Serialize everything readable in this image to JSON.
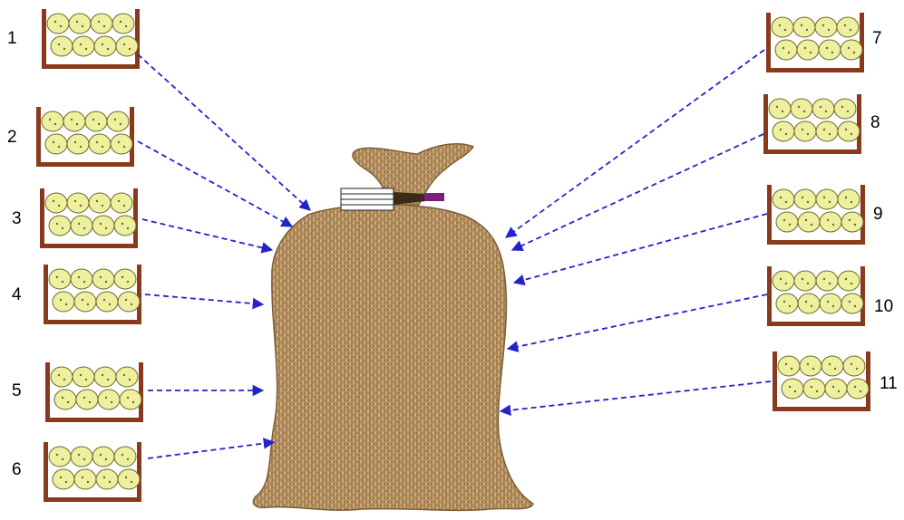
{
  "crates_left": [
    {
      "label": "1"
    },
    {
      "label": "2"
    },
    {
      "label": "3"
    },
    {
      "label": "4"
    },
    {
      "label": "5"
    },
    {
      "label": "6"
    }
  ],
  "crates_right": [
    {
      "label": "7"
    },
    {
      "label": "8"
    },
    {
      "label": "9"
    },
    {
      "label": "10"
    },
    {
      "label": "11"
    }
  ],
  "colors": {
    "arrow": "#2323c8",
    "crate_wood": "#8a3a1c",
    "egg_fill": "#eef0a0",
    "egg_stroke": "#6d6a2a",
    "sack": "#b08a5a",
    "sack_dark": "#7d5c36",
    "tie": "#7a1f7a"
  }
}
